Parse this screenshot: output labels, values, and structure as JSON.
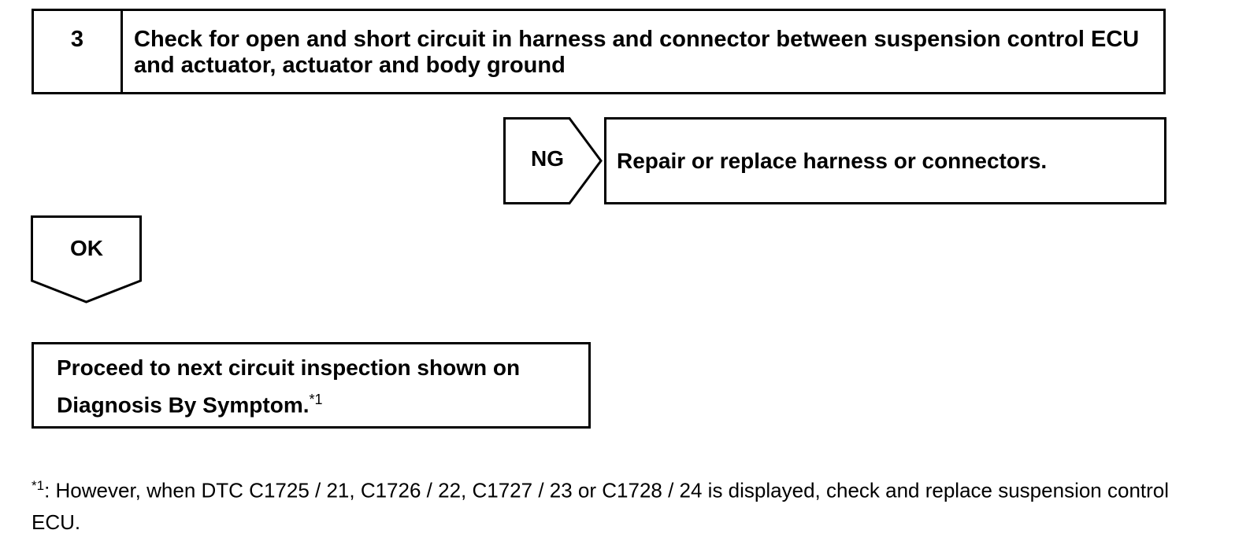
{
  "step": {
    "number": "3",
    "title": "Check for open and short circuit in harness and connector between suspension control ECU and actuator, actuator and body ground"
  },
  "ng_branch": {
    "label": "NG",
    "result": "Repair or replace harness or connectors."
  },
  "ok_branch": {
    "label": "OK",
    "result": "Proceed to next circuit inspection shown on Diagnosis By Symptom.",
    "footnote_ref": "*1"
  },
  "footnote": {
    "mark": "*1",
    "text": ": However, when DTC C1725 / 21, C1726 / 22, C1727 / 23 or C1728 / 24 is displayed, check and replace suspension control ECU."
  },
  "colors": {
    "line": "#000000",
    "background": "#ffffff"
  }
}
